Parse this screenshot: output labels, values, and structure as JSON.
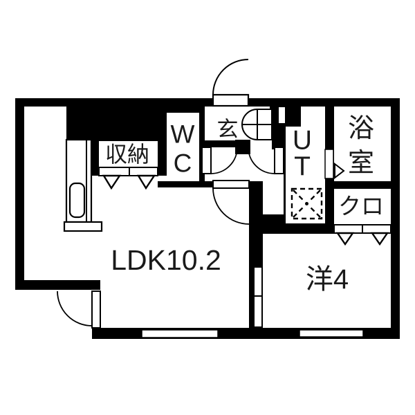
{
  "floorplan": {
    "type": "japanese-apartment-1ldk",
    "colors": {
      "wall": "#000000",
      "floor": "#ffffff",
      "text": "#1a1a1a"
    },
    "labels": {
      "ldk": "LDK10.2",
      "western_room": "洋4",
      "entrance": "玄",
      "storage": "収納",
      "closet": "クロ",
      "toilet_chars": [
        "W",
        "C"
      ],
      "utility_chars": [
        "U",
        "T"
      ],
      "bathroom_chars": [
        "浴",
        "室"
      ]
    }
  }
}
